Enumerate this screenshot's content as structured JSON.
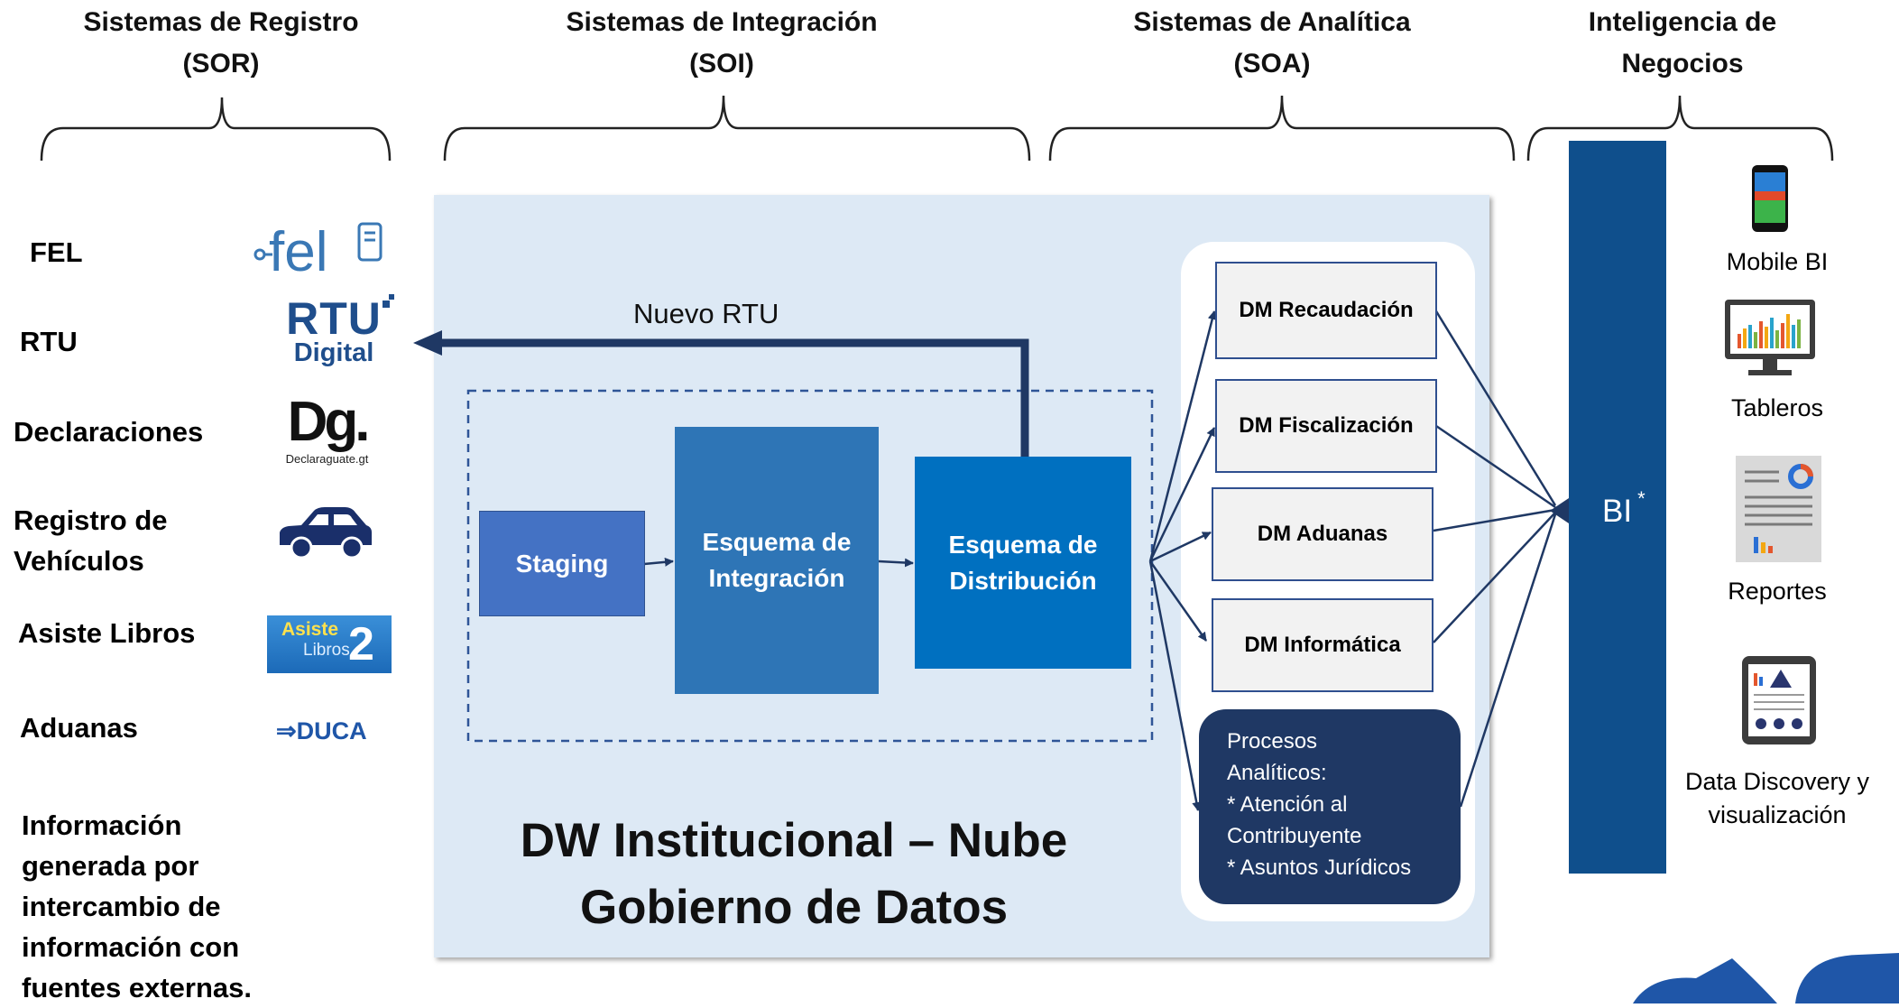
{
  "headers": {
    "sor": [
      "Sistemas de Registro",
      "(SOR)"
    ],
    "soi": [
      "Sistemas de Integración",
      "(SOI)"
    ],
    "soa": [
      "Sistemas de  Analítica",
      "(SOA)"
    ],
    "bi": [
      "Inteligencia de",
      "Negocios"
    ]
  },
  "sources": {
    "fel": "FEL",
    "rtu": "RTU",
    "declaraciones": "Declaraciones",
    "vehiculos": [
      "Registro de",
      "Vehículos"
    ],
    "asiste": "Asiste Libros",
    "aduanas": "Aduanas",
    "externa": [
      "Información",
      "generada por",
      "intercambio de",
      "información con",
      "fuentes externas."
    ]
  },
  "logos": {
    "fel_text": "fel",
    "rtu_line1": "RTU",
    "rtu_line2": "Digital",
    "declara_letters": "Dg.",
    "declara_caption": "Declaraguate.gt",
    "asiste_text": "Asiste",
    "asiste_sub": "Libros",
    "asiste_num": "2",
    "duca_text": "DUCA"
  },
  "integration": {
    "nuevo_rtu": "Nuevo RTU",
    "staging": "Staging",
    "esquema_integracion": [
      "Esquema de",
      "Integración"
    ],
    "esquema_distribucion": [
      "Esquema de",
      "Distribución"
    ]
  },
  "datamarts": {
    "recaudacion": "DM Recaudación",
    "fiscalizacion": "DM Fiscalización",
    "aduanas": "DM Aduanas",
    "informatica": "DM Informática",
    "procesos": [
      "Procesos",
      "Analíticos:",
      "* Atención al",
      "Contribuyente",
      "* Asuntos Jurídicos"
    ]
  },
  "cloud_title": [
    "DW Institucional – Nube",
    "Gobierno de Datos"
  ],
  "bi": {
    "label": "BI",
    "star": "*",
    "mobile": "Mobile BI",
    "tableros": "Tableros",
    "reportes": "Reportes",
    "discovery": [
      "Data Discovery y",
      "visualización"
    ]
  },
  "colors": {
    "staging": "#4472c4",
    "integracion": "#2e75b6",
    "distribucion": "#0070c0",
    "procesos": "#1f3864",
    "bi_bar": "#0f4f8c",
    "arrow": "#1f3864"
  }
}
